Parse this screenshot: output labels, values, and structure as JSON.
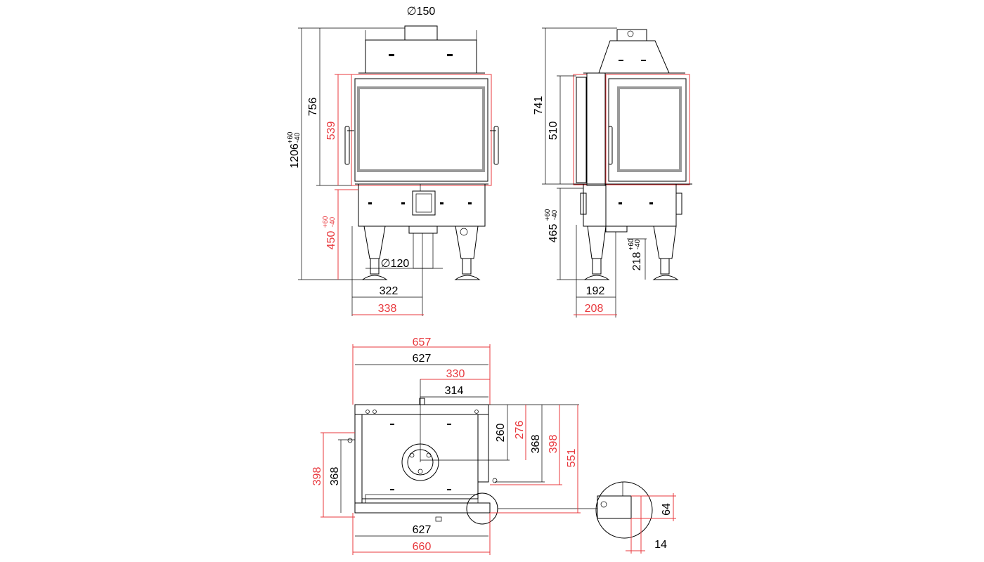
{
  "colors": {
    "dimension_red": "#e8383d",
    "outline": "#000000",
    "glass": "#9a9a9a"
  },
  "front_view": {
    "flue_diameter": "∅150",
    "height_total": "1206",
    "height_total_tol": [
      "+60",
      "-40"
    ],
    "height_upper": "756",
    "height_door": "539",
    "height_base": "450",
    "height_base_tol": [
      "+60",
      "-40"
    ],
    "outlet_diameter": "∅120",
    "outlet_offset_black": "322",
    "outlet_offset_red": "338"
  },
  "side_view": {
    "height_upper": "741",
    "height_door": "510",
    "height_base": "465",
    "height_base_tol": [
      "+60",
      "-40"
    ],
    "outlet_height": "218",
    "outlet_height_tol": [
      "+60",
      "-40"
    ],
    "outlet_offset_black": "192",
    "outlet_offset_red": "208"
  },
  "plan_view": {
    "width_top_red": "657",
    "width_top_black": "627",
    "flue_offset_red": "330",
    "flue_offset_black": "314",
    "depth_260": "260",
    "depth_276": "276",
    "depth_368": "368",
    "depth_398": "398",
    "depth_551": "551",
    "left_398": "398",
    "left_368": "368",
    "width_bottom_black": "627",
    "width_bottom_red": "660"
  },
  "detail": {
    "height": "64",
    "offset": "14"
  }
}
